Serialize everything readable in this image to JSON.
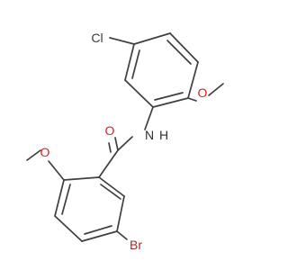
{
  "molecule": {
    "atoms": {
      "chlorine": {
        "label": "Cl",
        "color": "#3a3a3a"
      },
      "nitrogen": {
        "label": "N",
        "color": "#2f2f2f"
      },
      "hydrogen": {
        "label": "H",
        "color": "#2f2f2f"
      },
      "oxygen_carbonyl": {
        "label": "O",
        "color": "#e02020"
      },
      "oxygen_methoxy_top": {
        "label": "O",
        "color": "#e02020"
      },
      "oxygen_methoxy_bottom": {
        "label": "O",
        "color": "#e02020"
      },
      "bromine": {
        "label": "Br",
        "color": "#a52a2a"
      }
    },
    "bond_color": "#3f3f3f"
  }
}
